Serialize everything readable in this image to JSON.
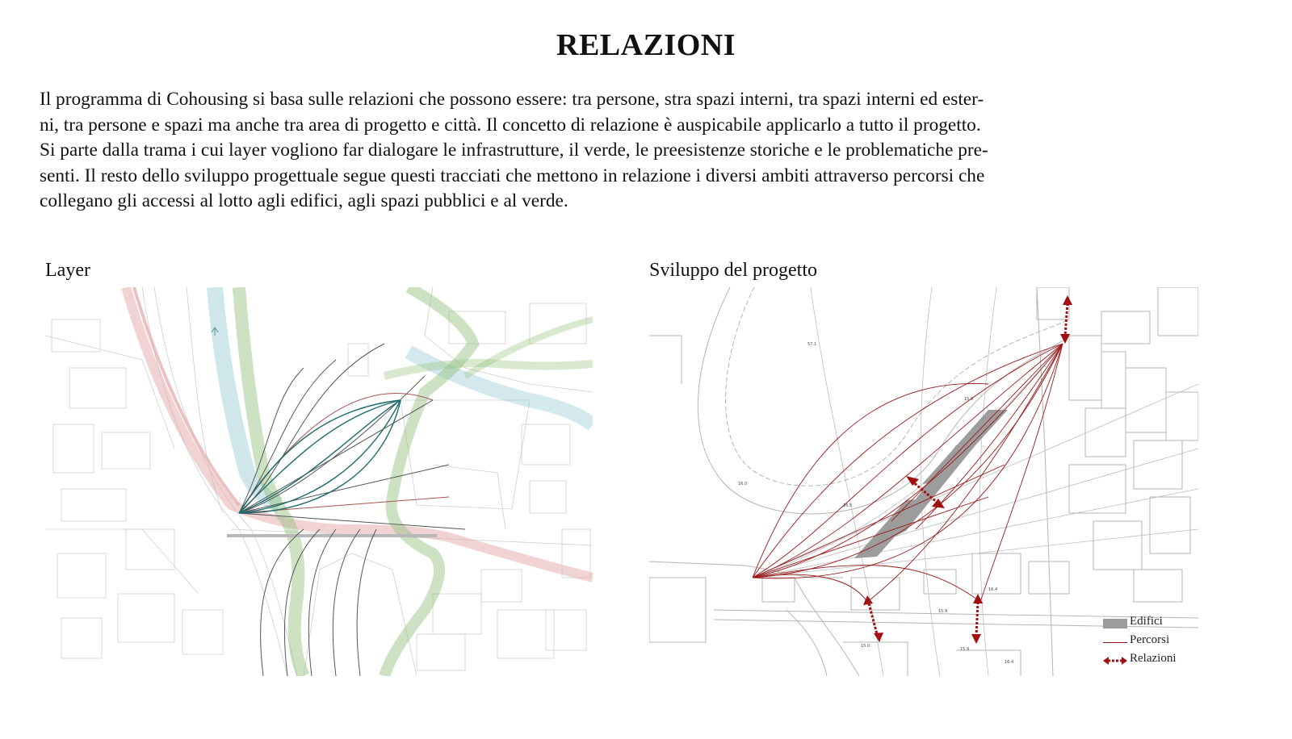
{
  "title": "RELAZIONI",
  "intro_lines": [
    "Il programma di Cohousing si basa sulle relazioni che possono essere: tra persone, stra spazi interni, tra spazi interni ed ester-",
    "ni, tra persone e spazi ma anche tra area di progetto e città. Il concetto di relazione è auspicabile applicarlo a tutto il progetto.",
    "Si parte dalla trama i cui layer vogliono far dialogare le infrastrutture, il verde, le preesistenze storiche e le problematiche pre-",
    "senti. Il resto dello sviluppo progettuale segue questi tracciati che mettono in relazione i diversi ambiti attraverso percorsi che",
    "collegano gli accessi al lotto agli edifici, agli spazi pubblici e al verde."
  ],
  "panels": {
    "layer": {
      "label": "Layer"
    },
    "sviluppo": {
      "label": "Sviluppo del progetto",
      "elevations": [
        "57.1",
        "16.0",
        "15.9",
        "16.5",
        "16.4",
        "15.9",
        "15.0",
        "15.9",
        "16.4"
      ]
    }
  },
  "legend": {
    "edifici": "Edifici",
    "percorsi": "Percorsi",
    "relazioni": "Relazioni"
  },
  "colors": {
    "red_path": "#9b1b1b",
    "arrow": "#a01010",
    "building": "#9c9c9c",
    "green": "#8fbf78",
    "blue": "#9fcfd8",
    "pink": "#e4a7a7",
    "teal": "#1e6b6e"
  }
}
